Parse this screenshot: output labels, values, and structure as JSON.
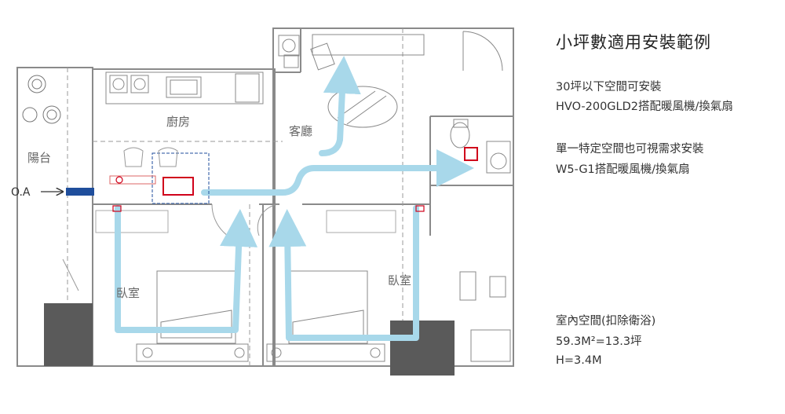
{
  "labels": {
    "balcony": "陽台",
    "kitchen": "廚房",
    "living_room": "客廳",
    "bedroom_left": "臥室",
    "bedroom_right": "臥室",
    "outdoor_air": "O.A"
  },
  "info": {
    "title": "小坪數適用安裝範例",
    "line1": "30坪以下空間可安裝",
    "line2": "HVO-200GLD2搭配暖風機/換氣扇",
    "line3": "單一特定空間也可視需求安裝",
    "line4": "W5-G1搭配暖風機/換氣扇",
    "line5": "室內空間(扣除衛浴)",
    "line6": "59.3M²=13.3坪",
    "line7": "H=3.4M"
  },
  "colors": {
    "airflow": "#a8d8ea",
    "unit": "#d0021b",
    "duct_blue": "#1f4e9c",
    "pillar": "#5a5a5a",
    "wall": "#8a8a8a"
  }
}
